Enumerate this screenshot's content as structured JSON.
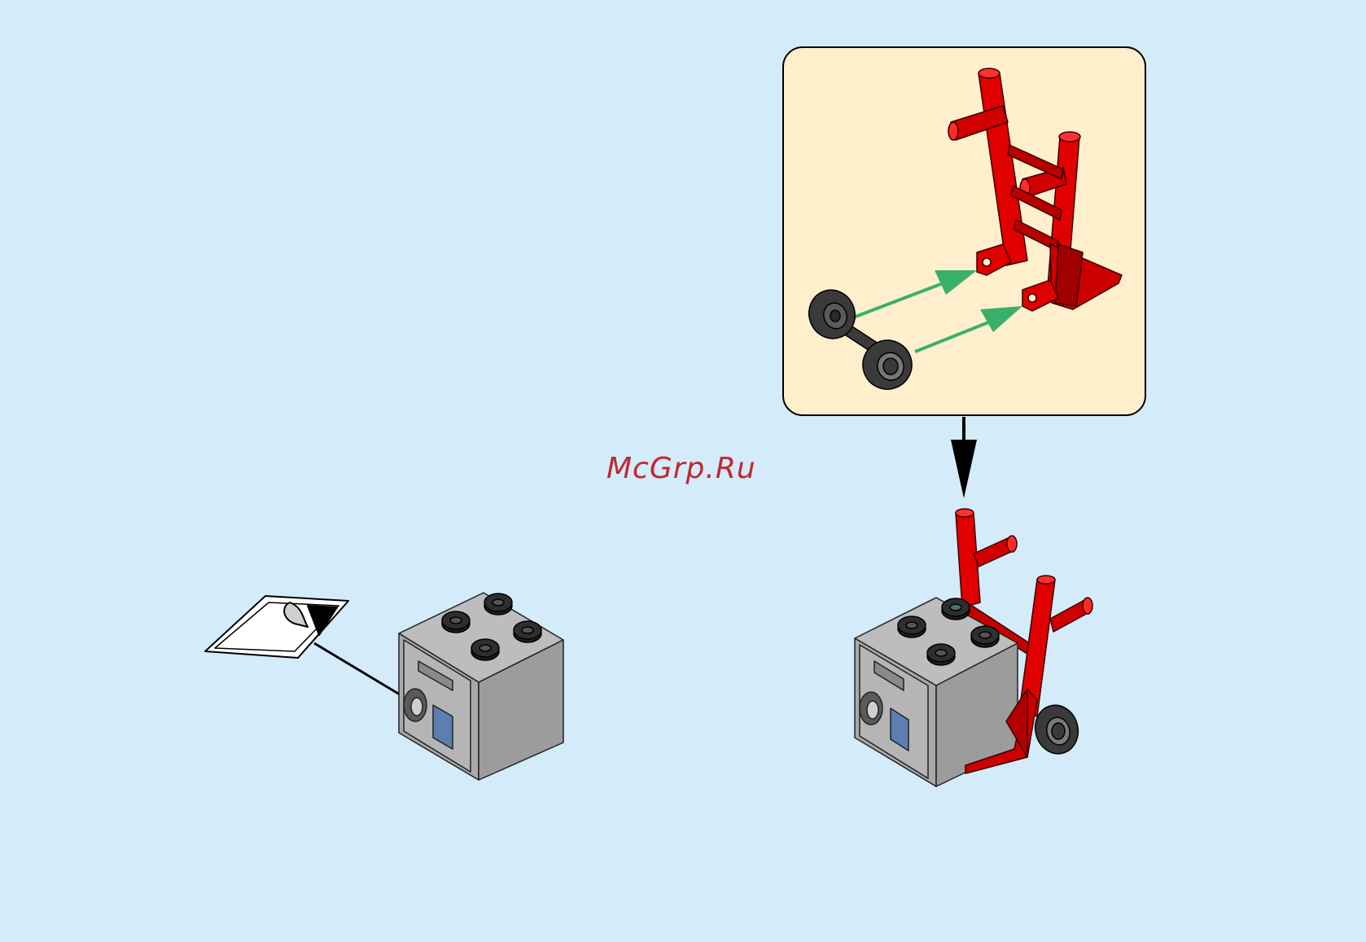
{
  "page": {
    "background": "#d4ebfa"
  },
  "watermark": {
    "text": "McGrp.Ru",
    "color": "#c0282d"
  },
  "callout": {
    "background": "#ffefcc",
    "border": "#000000",
    "contents": [
      "hand-truck-frame",
      "wheel-axle"
    ],
    "assembly_arrow_color": "#39b06a"
  },
  "step_arrow": {
    "color": "#000000",
    "direction": "down"
  },
  "parts": {
    "safe_color": "#a8a8a8",
    "stud_color": "#1f1f1f",
    "hand_truck_color": "#dd0000",
    "wheel_color": "#3a3a3a",
    "sticker_color": "#ffffff"
  },
  "icons": [
    "sticker-sheet-icon",
    "safe-brick-icon",
    "hand-truck-icon",
    "wheel-axle-icon"
  ]
}
